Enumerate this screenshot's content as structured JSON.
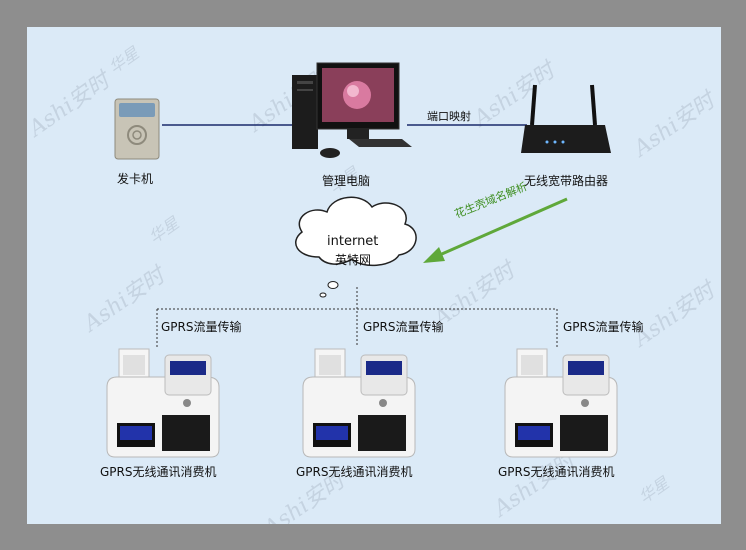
{
  "devices": {
    "card_issuer": "发卡机",
    "management_pc": "管理电脑",
    "router": "无线宽带路由器"
  },
  "links": {
    "port_mapping": "端口映射",
    "ddns": "花生壳域名解析",
    "gprs_label": "GPRS流量传输"
  },
  "cloud": {
    "line1": "internet",
    "line2": "英特网"
  },
  "terminals": [
    {
      "label": "GPRS无线通讯消费机"
    },
    {
      "label": "GPRS无线通讯消费机"
    },
    {
      "label": "GPRS无线通讯消费机"
    }
  ],
  "watermark": {
    "brand": "Ashi安时",
    "cn": "华星"
  },
  "colors": {
    "background": "#dbeaf7",
    "frame": "#8e8e8e",
    "line_dark": "#1a2a6b",
    "arrow_green": "#5fa83a"
  }
}
